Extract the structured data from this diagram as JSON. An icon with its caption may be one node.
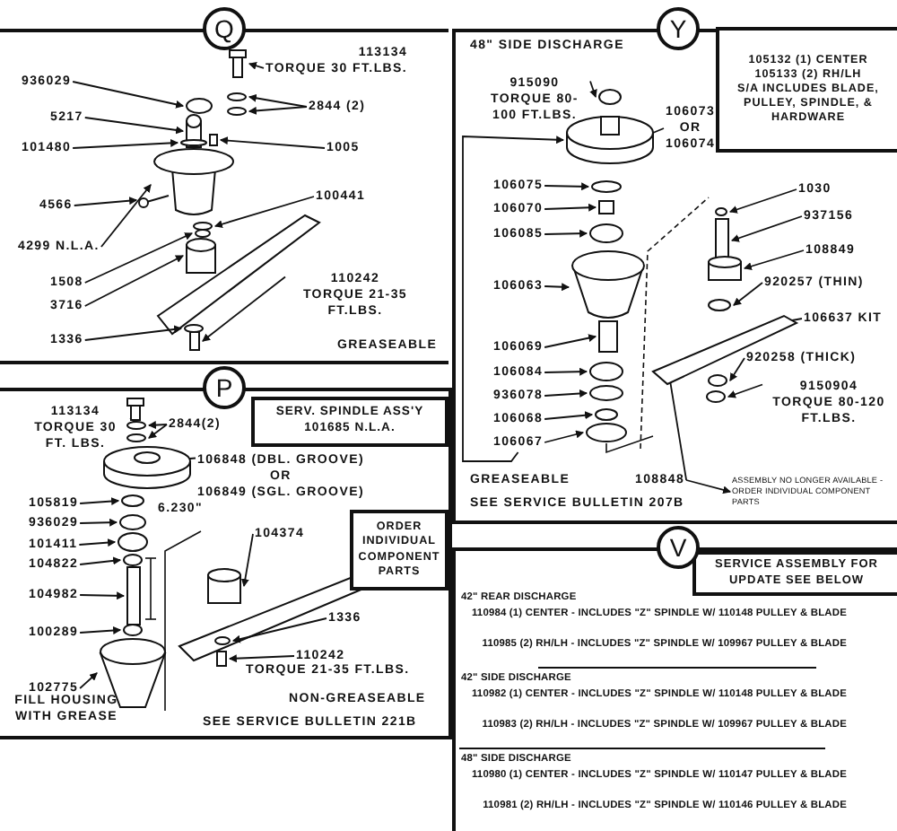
{
  "diagram": {
    "nodes": [
      {
        "text": [
          "GREASEABLE"
        ]
      },
      {
        "text": [
          "Q"
        ]
      },
      {
        "text": [
          "113134",
          "TORQUE 30 FT.LBS."
        ],
        "in": 0
      },
      {
        "text": [
          "936029"
        ],
        "in": 0
      },
      {
        "text": [
          "2844 (2)"
        ],
        "in": 0
      },
      {
        "text": [
          "5217"
        ],
        "in": 0
      },
      {
        "text": [
          "101480"
        ],
        "in": 0
      },
      {
        "text": [
          "1005"
        ],
        "in": 0
      },
      {
        "text": [
          "4566"
        ],
        "in": 0
      },
      {
        "text": [
          "100441"
        ],
        "in": 0
      },
      {
        "text": [
          "4299 N.L.A."
        ],
        "in": 0
      },
      {
        "text": [
          "1508"
        ],
        "in": 0
      },
      {
        "text": [
          "3716"
        ],
        "in": 0
      },
      {
        "text": [
          "110242",
          "TORQUE 21-35 FT.LBS."
        ],
        "in": 0
      },
      {
        "text": [
          "1336"
        ],
        "in": 0
      },
      {
        "text": [
          "48\" SIDE DISCHARGE",
          "GREASEABLE",
          "SEE SERVICE BULLETIN 207B"
        ]
      },
      {
        "text": [
          "Y"
        ]
      },
      {
        "text": [
          "105132 (1) CENTER",
          "105133 (2) RH/LH",
          "S/A INCLUDES BLADE, PULLEY, SPINDLE, & HARDWARE"
        ],
        "in": 15
      },
      {
        "text": [
          "915090",
          "TORQUE 80-100 FT.LBS."
        ],
        "in": 15
      },
      {
        "text": [
          "106073",
          "OR",
          "106074"
        ],
        "in": 15
      },
      {
        "text": [
          "106075"
        ],
        "in": 15
      },
      {
        "text": [
          "106070"
        ],
        "in": 15
      },
      {
        "text": [
          "106085"
        ],
        "in": 15
      },
      {
        "text": [
          "106063"
        ],
        "in": 15
      },
      {
        "text": [
          "106069"
        ],
        "in": 15
      },
      {
        "text": [
          "106084"
        ],
        "in": 15
      },
      {
        "text": [
          "936078"
        ],
        "in": 15
      },
      {
        "text": [
          "106068"
        ],
        "in": 15
      },
      {
        "text": [
          "106067"
        ],
        "in": 15
      },
      {
        "text": [
          "1030"
        ],
        "in": 15
      },
      {
        "text": [
          "937156"
        ],
        "in": 15
      },
      {
        "text": [
          "108849"
        ],
        "in": 15
      },
      {
        "text": [
          "920257 (THIN)"
        ],
        "in": 15
      },
      {
        "text": [
          "106637 KIT"
        ],
        "in": 15
      },
      {
        "text": [
          "920258 (THICK)"
        ],
        "in": 15
      },
      {
        "text": [
          "9150904",
          "TORQUE 80-120 FT.LBS."
        ],
        "in": 15
      },
      {
        "text": [
          "108848"
        ],
        "in": 15
      },
      {
        "text": [
          "ASSEMBLY NO LONGER AVAILABLE - ORDER INDIVIDUAL COMPONENT PARTS"
        ],
        "in": 15
      },
      {
        "text": [
          "FILL HOUSING WITH GREASE",
          "NON-GREASEABLE",
          "SEE SERVICE BULLETIN 221B"
        ]
      },
      {
        "text": [
          "P"
        ]
      },
      {
        "text": [
          "113134",
          "TORQUE 30 FT. LBS."
        ],
        "in": 38
      },
      {
        "text": [
          "2844(2)"
        ],
        "in": 38
      },
      {
        "text": [
          "SERV. SPINDLE ASS'Y",
          "101685 N.L.A."
        ],
        "in": 38
      },
      {
        "text": [
          "106848 (DBL. GROOVE)",
          "OR",
          "106849 (SGL. GROOVE)"
        ],
        "in": 38
      },
      {
        "text": [
          "105819"
        ],
        "in": 38
      },
      {
        "text": [
          "936029"
        ],
        "in": 38
      },
      {
        "text": [
          "101411"
        ],
        "in": 38
      },
      {
        "text": [
          "104822"
        ],
        "in": 38
      },
      {
        "text": [
          "104982"
        ],
        "in": 38
      },
      {
        "text": [
          "100289"
        ],
        "in": 38
      },
      {
        "text": [
          "102775"
        ],
        "in": 38
      },
      {
        "text": [
          "ORDER INDIVIDUAL COMPONENT PARTS"
        ],
        "in": 38
      },
      {
        "text": [
          "104374"
        ],
        "in": 38
      },
      {
        "text": [
          "1336"
        ],
        "in": 38
      },
      {
        "text": [
          "110242"
        ],
        "in": 38
      },
      {
        "text": [
          "42\" REAR DISCHARGE",
          "110984 (1) CENTER - INCLUDES \"Z\" SPINDLE W/ 110148 PULLEY & BLADE",
          "110985 (2) RH/LH - INCLUDES \"Z\" SPINDLE W/ 109967 PULLEY & BLADE",
          "42\" SIDE DISCHARGE",
          "110982 (1) CENTER - INCLUDES \"Z\" SPINDLE W/ 110148 PULLEY & BLADE",
          "110983 (2) RH/LH - INCLUDES \"Z\" SPINDLE W/ 109967 PULLEY & BLADE",
          "48\" SIDE DISCHARGE",
          "110980 (1) CENTER - INCLUDES \"Z\" SPINDLE W/ 110147 PULLEY & BLADE",
          "110981 (2) RH/LH - INCLUDES \"Z\" SPINDLE W/ 110146 PULLEY & BLADE"
        ]
      },
      {
        "text": [
          "V"
        ]
      },
      {
        "text": [
          "SERVICE ASSEMBLY FOR UPDATE SEE BELOW"
        ],
        "in": 55
      },
      {
        "text": [],
        "shape": "picture",
        "in": 0
      },
      {
        "text": [],
        "shape": "circle",
        "in": 0
      },
      {
        "text": [],
        "shape": "circle",
        "in": 0
      },
      {
        "text": [],
        "shape": "circle",
        "in": 0
      },
      {
        "text": [],
        "shape": "cylinder",
        "in": 0
      },
      {
        "text": [],
        "shape": "circle",
        "in": 0
      },
      {
        "text": [],
        "shape": "box",
        "in": 0
      },
      {
        "text": [],
        "shape": "picture",
        "in": 0
      },
      {
        "text": [],
        "shape": "picture",
        "in": 0
      },
      {
        "text": [],
        "shape": "circle",
        "in": 0
      },
      {
        "text": [],
        "shape": "circle",
        "in": 0
      },
      {
        "text": [],
        "shape": "cylinder",
        "in": 0
      },
      {
        "text": [],
        "shape": "circle",
        "in": 0
      },
      {
        "text": [],
        "shape": "box",
        "in": 0
      },
      {
        "text": [],
        "shape": "circle",
        "in": 15
      },
      {
        "text": [],
        "shape": "picture",
        "in": 15
      },
      {
        "text": [],
        "shape": "circle",
        "in": 15
      },
      {
        "text": [],
        "shape": "box",
        "in": 15
      },
      {
        "text": [],
        "shape": "circle",
        "in": 15
      },
      {
        "text": [],
        "shape": "picture",
        "in": 15
      },
      {
        "text": [],
        "shape": "box",
        "in": 15
      },
      {
        "text": [],
        "shape": "circle",
        "in": 15
      },
      {
        "text": [],
        "shape": "circle",
        "in": 15
      },
      {
        "text": [],
        "shape": "circle",
        "in": 15
      },
      {
        "text": [],
        "shape": "circle",
        "in": 15
      },
      {
        "text": [],
        "shape": "circle",
        "in": 15
      },
      {
        "text": [],
        "shape": "box",
        "in": 15
      },
      {
        "text": [],
        "shape": "cylinder",
        "in": 15
      },
      {
        "text": [],
        "shape": "circle",
        "in": 15
      },
      {
        "text": [],
        "shape": "picture",
        "in": 15
      },
      {
        "text": [],
        "shape": "circle",
        "in": 15
      },
      {
        "text": [],
        "shape": "circle",
        "in": 15
      },
      {
        "text": [],
        "shape": "picture",
        "in": 38
      },
      {
        "text": [],
        "shape": "circle",
        "in": 38
      },
      {
        "text": [],
        "shape": "circle",
        "in": 38
      },
      {
        "text": [],
        "shape": "picture",
        "in": 38
      },
      {
        "text": [],
        "shape": "circle",
        "in": 38
      },
      {
        "text": [],
        "shape": "circle",
        "in": 38
      },
      {
        "text": [],
        "shape": "circle",
        "in": 38
      },
      {
        "text": [],
        "shape": "circle",
        "in": 38
      },
      {
        "text": [],
        "shape": "box",
        "in": 38
      },
      {
        "text": [],
        "shape": "circle",
        "in": 38
      },
      {
        "text": [],
        "shape": "picture",
        "in": 38
      },
      {
        "text": [],
        "shape": "cylinder",
        "in": 38
      },
      {
        "text": [],
        "shape": "circle",
        "in": 38
      },
      {
        "text": [],
        "shape": "box",
        "in": 38
      }
    ],
    "edges": [
      {
        "from": 2,
        "to": 58,
        "arrow": "to"
      },
      {
        "from": 3,
        "to": 59,
        "arrow": "to"
      },
      {
        "from": 4,
        "to": 60,
        "arrow": "to"
      },
      {
        "from": 4,
        "to": 61,
        "arrow": "to"
      },
      {
        "from": 5,
        "to": 62,
        "arrow": "to"
      },
      {
        "from": 6,
        "to": 63,
        "arrow": "to"
      },
      {
        "from": 7,
        "to": 64,
        "arrow": "to"
      },
      {
        "from": 8,
        "to": 65,
        "arrow": "to"
      },
      {
        "from": 9,
        "to": 67,
        "arrow": "to"
      },
      {
        "from": 10,
        "to": 66,
        "arrow": "to"
      },
      {
        "from": 11,
        "to": 68,
        "arrow": "to"
      },
      {
        "from": 12,
        "to": 69,
        "arrow": "to"
      },
      {
        "from": 13,
        "to": 71,
        "arrow": "to"
      },
      {
        "from": 14,
        "to": 70,
        "arrow": "to"
      },
      {
        "from": 18,
        "to": 72,
        "arrow": "to"
      },
      {
        "from": 19,
        "to": 73,
        "arrow": "to"
      },
      {
        "from": 20,
        "to": 74,
        "arrow": "to"
      },
      {
        "from": 21,
        "to": 75,
        "arrow": "to"
      },
      {
        "from": 22,
        "to": 76,
        "arrow": "to"
      },
      {
        "from": 23,
        "to": 77,
        "arrow": "to"
      },
      {
        "from": 24,
        "to": 78,
        "arrow": "to"
      },
      {
        "from": 25,
        "to": 79,
        "arrow": "to"
      },
      {
        "from": 26,
        "to": 80,
        "arrow": "to"
      },
      {
        "from": 27,
        "to": 81,
        "arrow": "to"
      },
      {
        "from": 28,
        "to": 82,
        "arrow": "to"
      },
      {
        "from": 29,
        "to": 83,
        "arrow": "to"
      },
      {
        "from": 30,
        "to": 84,
        "arrow": "to"
      },
      {
        "from": 31,
        "to": 85,
        "arrow": "to"
      },
      {
        "from": 32,
        "to": 86,
        "arrow": "to"
      },
      {
        "from": 33,
        "to": 87,
        "arrow": "to"
      },
      {
        "from": 34,
        "to": 88,
        "arrow": "to"
      },
      {
        "from": 35,
        "to": 89,
        "arrow": "to"
      },
      {
        "from": 36,
        "to": 87,
        "arrow": "to"
      },
      {
        "from": 36,
        "to": 37,
        "arrow": "to"
      },
      {
        "from": 40,
        "to": 90,
        "arrow": "to"
      },
      {
        "from": 41,
        "to": 91,
        "arrow": "to"
      },
      {
        "from": 41,
        "to": 92,
        "arrow": "to"
      },
      {
        "from": 43,
        "to": 93,
        "arrow": "to"
      },
      {
        "from": 44,
        "to": 94,
        "arrow": "to"
      },
      {
        "from": 45,
        "to": 95,
        "arrow": "to"
      },
      {
        "from": 46,
        "to": 96,
        "arrow": "to"
      },
      {
        "from": 47,
        "to": 97,
        "arrow": "to"
      },
      {
        "from": 48,
        "to": 98,
        "arrow": "to"
      },
      {
        "from": 49,
        "to": 99,
        "arrow": "to"
      },
      {
        "from": 50,
        "to": 100,
        "arrow": "to"
      },
      {
        "from": 52,
        "to": 101,
        "arrow": "to"
      },
      {
        "from": 53,
        "to": 102,
        "arrow": "to"
      },
      {
        "from": 54,
        "to": 103,
        "arrow": "to"
      },
      {
        "from": 28,
        "to": 73,
        "arrow": "to"
      }
    ],
    "labels": [
      "6.230\"",
      "TORQUE 21-35 FT.LBS."
    ]
  }
}
